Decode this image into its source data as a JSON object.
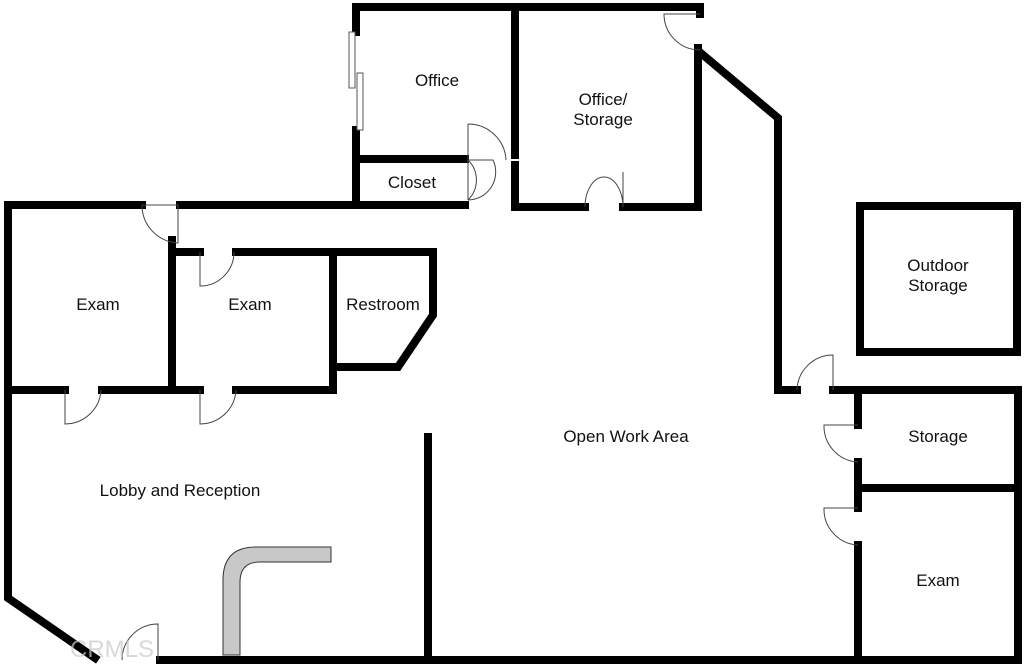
{
  "rooms": {
    "office": "Office",
    "office_storage_line1": "Office/",
    "office_storage_line2": "Storage",
    "closet": "Closet",
    "exam_left": "Exam",
    "exam_middle": "Exam",
    "restroom": "Restroom",
    "outdoor_storage_line1": "Outdoor",
    "outdoor_storage_line2": "Storage",
    "open_work_area": "Open Work Area",
    "storage": "Storage",
    "exam_right": "Exam",
    "lobby": "Lobby and Reception"
  },
  "watermark": "CRMLS"
}
